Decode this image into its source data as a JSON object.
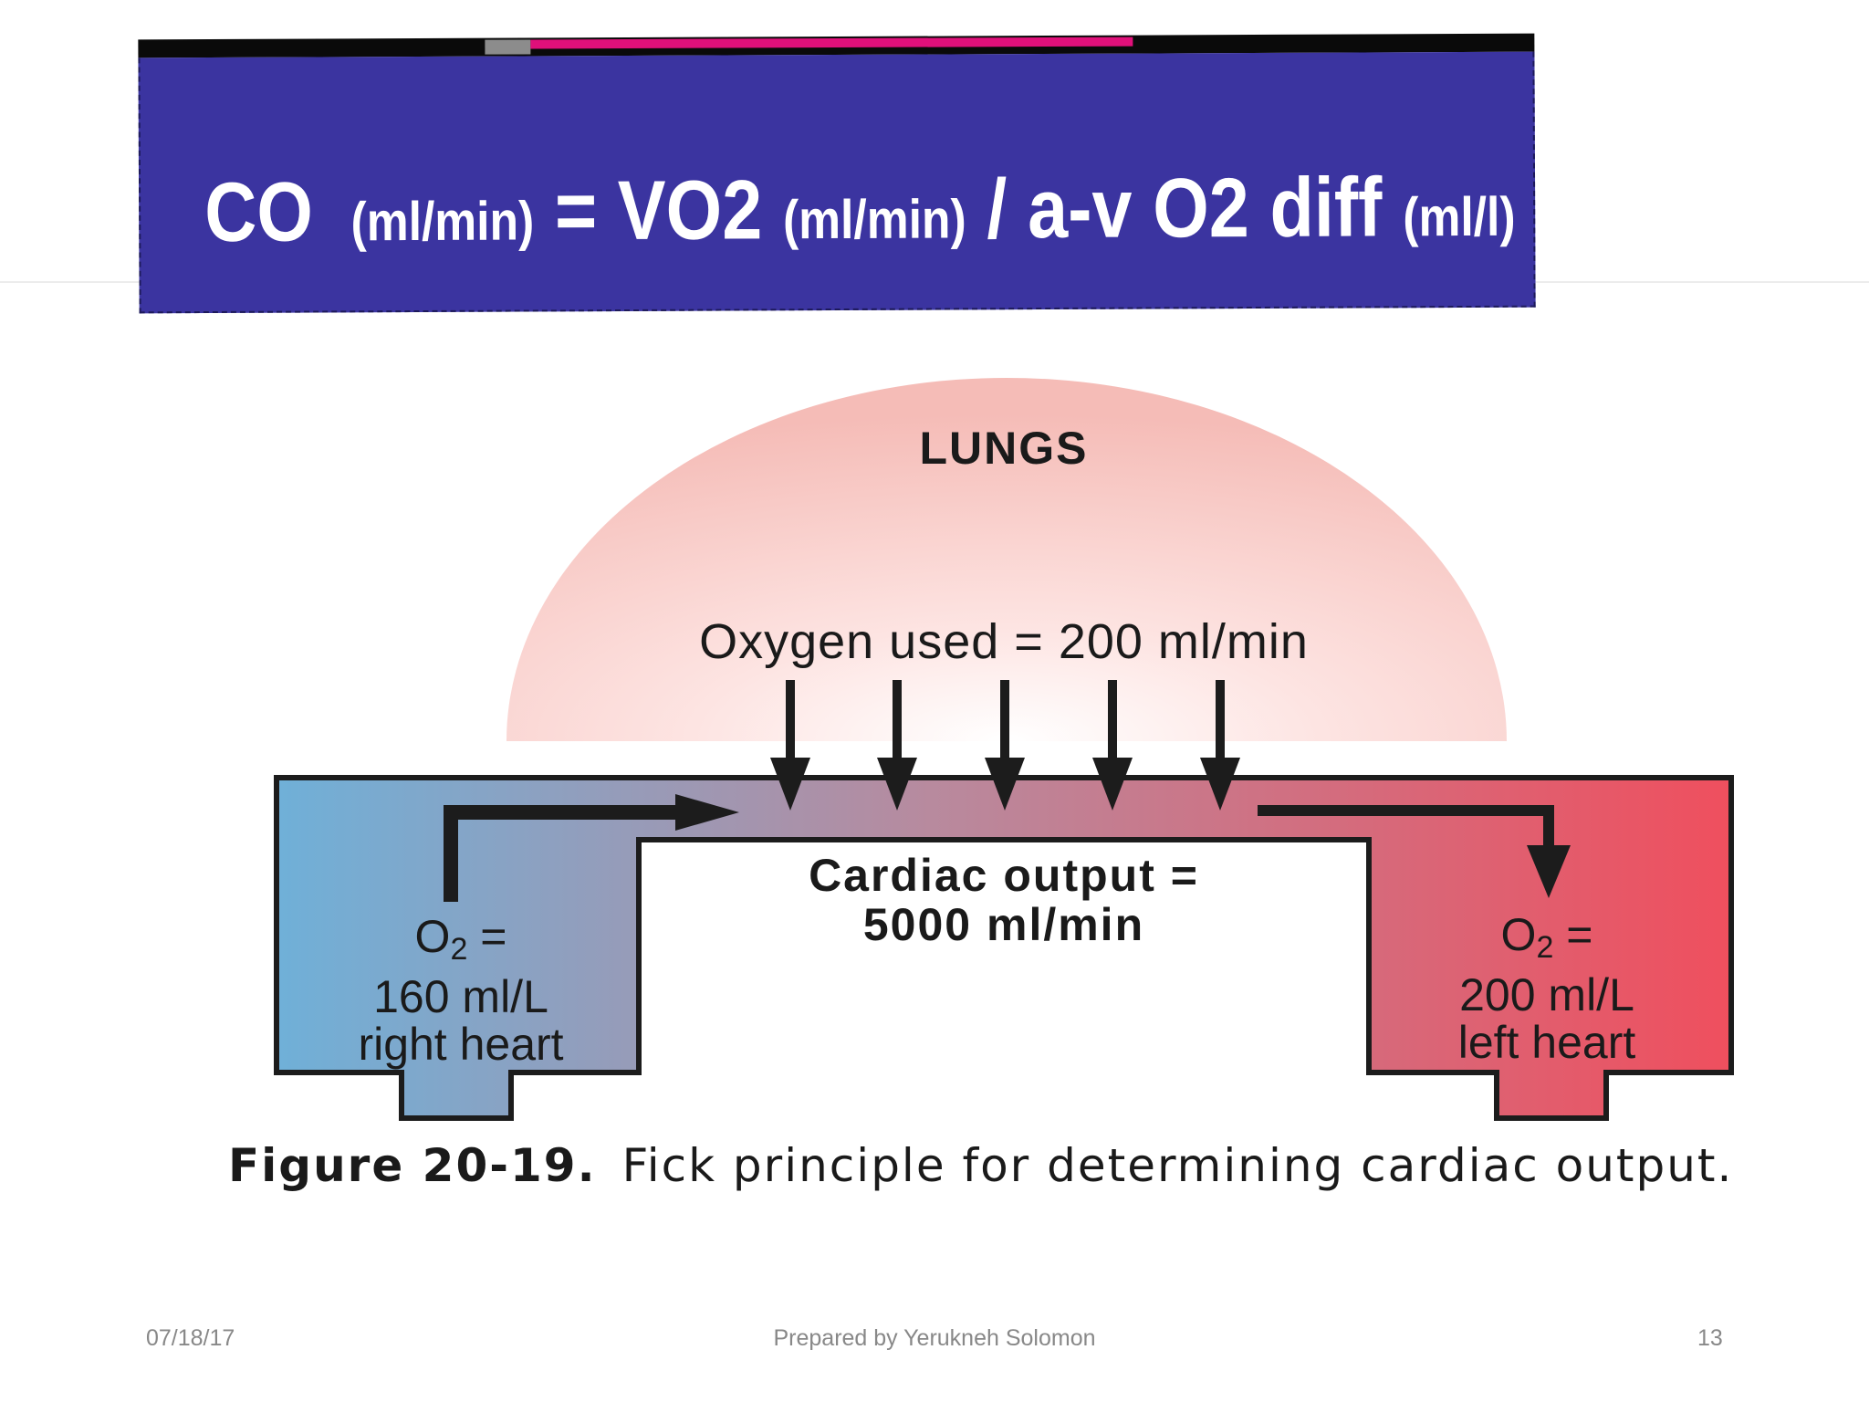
{
  "formula": {
    "co": "CO",
    "co_unit": "(ml/min)",
    "equals": "=",
    "vo2": "VO2",
    "vo2_unit": "(ml/min)",
    "divide": "/",
    "av": "a-v",
    "o2": "O2",
    "diff": "diff",
    "diff_unit": "(ml/l)"
  },
  "diagram": {
    "lungs": "LUNGS",
    "oxygen_used": "Oxygen used = 200 ml/min",
    "cardiac_output_line1": "Cardiac output =",
    "cardiac_output_line2": "5000 ml/min",
    "right_heart": {
      "o2": "O",
      "sub": "2",
      "eq": " =",
      "value": "160 ml/L",
      "label": "right heart"
    },
    "left_heart": {
      "o2": "O",
      "sub": "2",
      "eq": " =",
      "value": "200 ml/L",
      "label": "left heart"
    },
    "colors": {
      "venous": "#6fb0d8",
      "arterial": "#ef4f5e",
      "lungs": "#f7c4c0",
      "outline": "#1c1c1c"
    }
  },
  "caption": {
    "figure_number": "Figure 20-19.",
    "text": "Fick principle for determining cardiac output."
  },
  "footer": {
    "date": "07/18/17",
    "author": "Prepared by Yerukneh Solomon",
    "page": "13"
  }
}
